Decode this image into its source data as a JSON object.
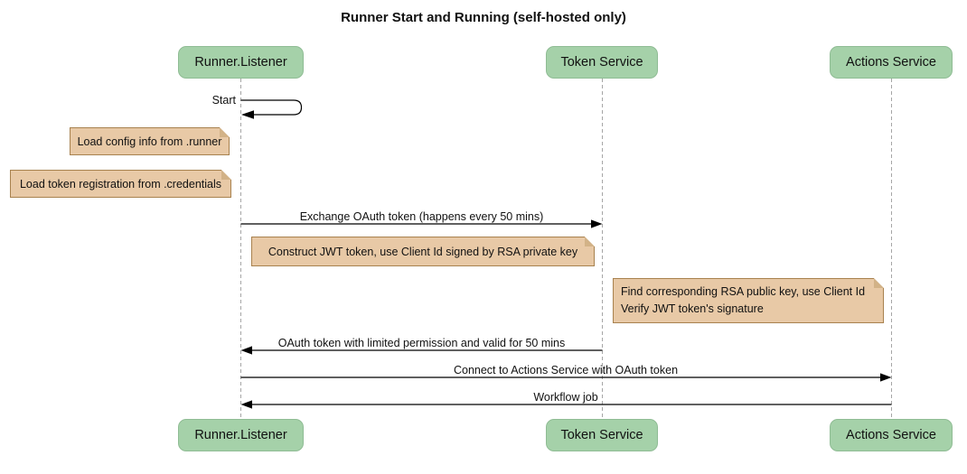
{
  "title": "Runner Start and Running (self-hosted only)",
  "diagram_type": "sequence",
  "colors": {
    "background": "#ffffff",
    "actor_fill": "#a5d1a9",
    "actor_border": "#8fbc94",
    "note_fill": "#e8c9a6",
    "note_border": "#a8824f",
    "lifeline": "#a6a6a6",
    "arrow": "#000000"
  },
  "participants": [
    {
      "label": "Runner.Listener"
    },
    {
      "label": "Token Service"
    },
    {
      "label": "Actions Service"
    }
  ],
  "messages": [
    {
      "text": "Start",
      "from": "Runner.Listener",
      "to": "Runner.Listener",
      "type": "self"
    },
    {
      "text": "Exchange OAuth token (happens every 50 mins)",
      "from": "Runner.Listener",
      "to": "Token Service",
      "type": "solid-arrow"
    },
    {
      "text": "OAuth token with limited permission and valid for 50 mins",
      "from": "Token Service",
      "to": "Runner.Listener",
      "type": "solid-arrow"
    },
    {
      "text": "Connect to Actions Service with OAuth token",
      "from": "Runner.Listener",
      "to": "Actions Service",
      "type": "solid-arrow"
    },
    {
      "text": "Workflow job",
      "from": "Actions Service",
      "to": "Runner.Listener",
      "type": "solid-arrow"
    }
  ],
  "notes": [
    {
      "text": "Load config info from .runner",
      "position": "left of Runner.Listener"
    },
    {
      "text": "Load token registration from .credentials",
      "position": "left of Runner.Listener"
    },
    {
      "text": "Construct JWT token, use Client Id signed by RSA private key",
      "position": "right of Runner.Listener"
    },
    {
      "lines": [
        "Find corresponding RSA public key, use Client Id",
        "Verify JWT token's signature"
      ],
      "position": "left of Actions Service"
    }
  ]
}
